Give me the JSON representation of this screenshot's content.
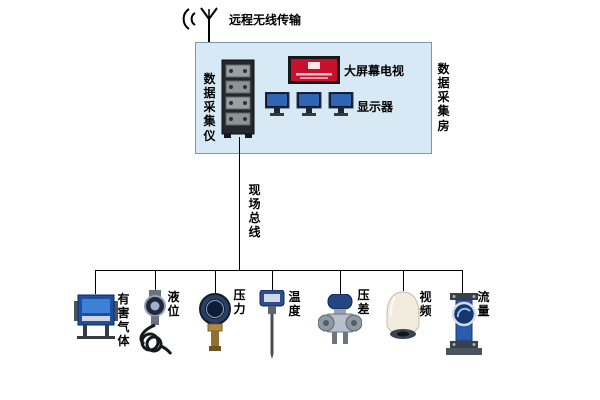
{
  "diagram": {
    "wireless": {
      "label": "远程无线传输"
    },
    "room": {
      "daq_unit_label": "数据采集仪",
      "tv_label": "大屏幕电视",
      "monitors_label": "显示器",
      "room_label": "数据采集房"
    },
    "bus": {
      "label": "现场总线"
    },
    "devices": [
      {
        "id": "harmful-gas",
        "label": "有害气体"
      },
      {
        "id": "level",
        "label": "液位"
      },
      {
        "id": "pressure",
        "label": "压力"
      },
      {
        "id": "temperature",
        "label": "温度"
      },
      {
        "id": "diff-pressure",
        "label": "压差"
      },
      {
        "id": "video",
        "label": "视频"
      },
      {
        "id": "flow",
        "label": "流量"
      }
    ],
    "colors": {
      "room_background": "#d8e9f6",
      "connector_line": "#000000",
      "tv_screen_red": "#c8102e",
      "device_blue": "#1d4f9e"
    }
  }
}
